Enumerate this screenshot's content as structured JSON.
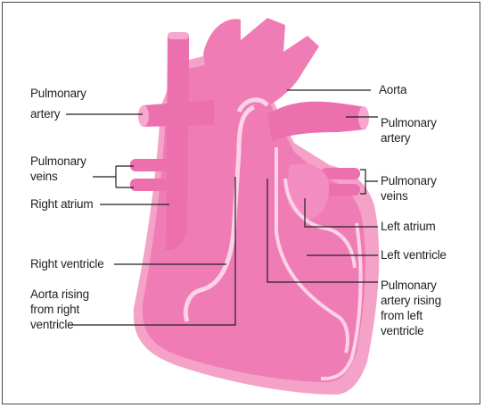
{
  "diagram": {
    "colors": {
      "heart": "#f080b8",
      "heart_dark": "#e0609e",
      "heart_light": "#f8b3d4",
      "highlight": "#ffffff",
      "leader": "#231f20",
      "frame": "#4a4a4a"
    },
    "labels": {
      "pulmonary_artery_left_1": "Pulmonary",
      "pulmonary_artery_left_2": "artery",
      "pulmonary_veins_left_1": "Pulmonary",
      "pulmonary_veins_left_2": "veins",
      "right_atrium": "Right atrium",
      "right_ventricle": "Right ventricle",
      "aorta_rising_1": "Aorta rising",
      "aorta_rising_2": "from right",
      "aorta_rising_3": "ventricle",
      "aorta": "Aorta",
      "pulmonary_artery_right_1": "Pulmonary",
      "pulmonary_artery_right_2": "artery",
      "pulmonary_veins_right_1": "Pulmonary",
      "pulmonary_veins_right_2": "veins",
      "left_atrium": "Left atrium",
      "left_ventricle": "Left ventricle",
      "pulm_artery_rising_1": "Pulmonary",
      "pulm_artery_rising_2": "artery rising",
      "pulm_artery_rising_3": "from left",
      "pulm_artery_rising_4": "ventricle"
    }
  }
}
